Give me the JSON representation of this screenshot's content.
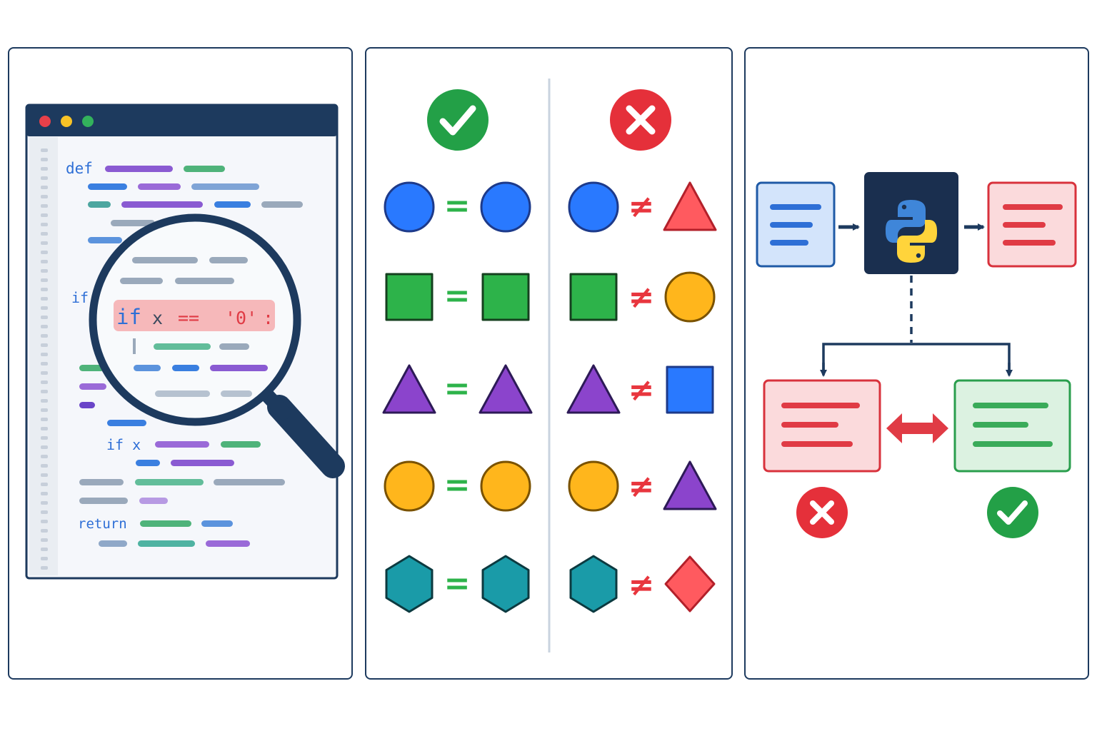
{
  "editor": {
    "keywords": {
      "def": "def",
      "if_left": "if",
      "if_x": "if x",
      "return": "return"
    },
    "magnified": {
      "kw_if": "if",
      "var_x": "x",
      "op": "==",
      "str": "'0'",
      "colon": ":"
    }
  },
  "comparison": {
    "equal_symbol": "=",
    "not_equal_symbol": "≠",
    "left_badge": "check-icon",
    "right_badge": "cross-icon",
    "equal_pairs": [
      [
        "circle",
        "circle"
      ],
      [
        "square",
        "square"
      ],
      [
        "triangle",
        "triangle"
      ],
      [
        "circle",
        "circle"
      ],
      [
        "hexagon",
        "hexagon"
      ]
    ],
    "unequal_pairs": [
      [
        "circle",
        "triangle"
      ],
      [
        "square",
        "circle"
      ],
      [
        "triangle",
        "square"
      ],
      [
        "circle",
        "triangle"
      ],
      [
        "hexagon",
        "diamond"
      ]
    ]
  },
  "flow": {
    "center_icon": "python-logo-icon",
    "bottom_left_badge": "cross-icon",
    "bottom_right_badge": "check-icon"
  },
  "colors": {
    "navy": "#1d3a5e",
    "blue": "#2979ff",
    "green": "#2db34a",
    "purple": "#8b44cc",
    "orange": "#ffb61c",
    "teal": "#1a9ba8",
    "red": "#e8363e",
    "success": "#23a047",
    "error": "#e5303a"
  }
}
